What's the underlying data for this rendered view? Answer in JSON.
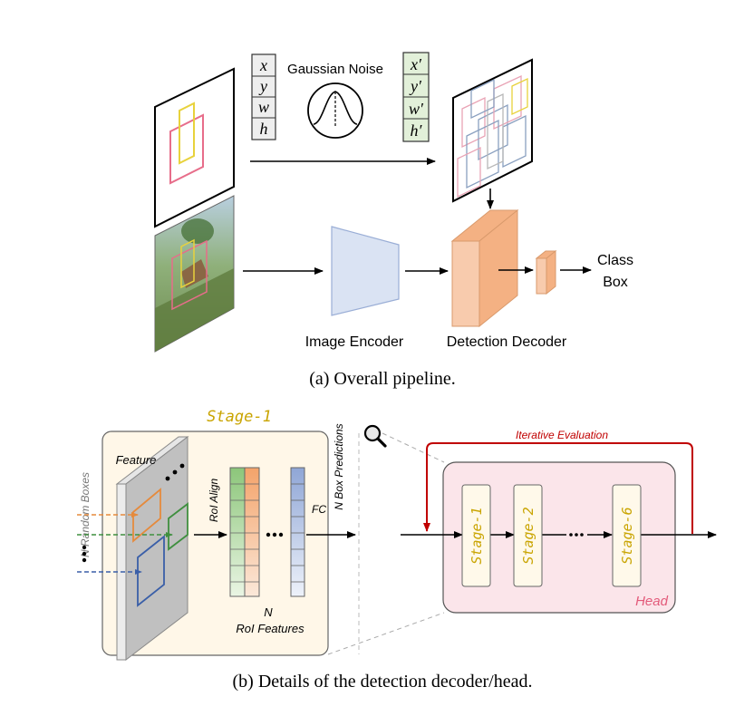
{
  "pipeline": {
    "box_params": [
      "x",
      "y",
      "w",
      "h"
    ],
    "noisy_params": [
      "x′",
      "y′",
      "w′",
      "h′"
    ],
    "noise_label": "Gaussian Noise",
    "encoder_label": "Image Encoder",
    "decoder_label": "Detection Decoder",
    "output_class": "Class",
    "output_box": "Box",
    "caption": "(a) Overall pipeline."
  },
  "details": {
    "stage_title": "Stage-1",
    "random_boxes_label": "N Random Boxes",
    "feature_label": "Feature",
    "roi_align_label": "RoI Align",
    "roi_n_label": "N",
    "roi_features_label": "RoI Features",
    "fc_label": "FC",
    "box_predictions_label": "N Box Predictions",
    "iterative_label": "Iterative Evaluation",
    "head_label": "Head",
    "head_stages": [
      "Stage-1",
      "Stage-2",
      "Stage-6"
    ],
    "caption": "(b) Details of the detection decoder/head."
  },
  "colors": {
    "encoder_fill": "#dae3f3",
    "decoder_fill": "#f8cbad",
    "head_fill": "#fbe5ea",
    "stage_text": "#c9a400",
    "iterative_arrow": "#c00000",
    "noisy_param_fill": "#e2f0d9",
    "param_fill": "#eeeeee"
  }
}
